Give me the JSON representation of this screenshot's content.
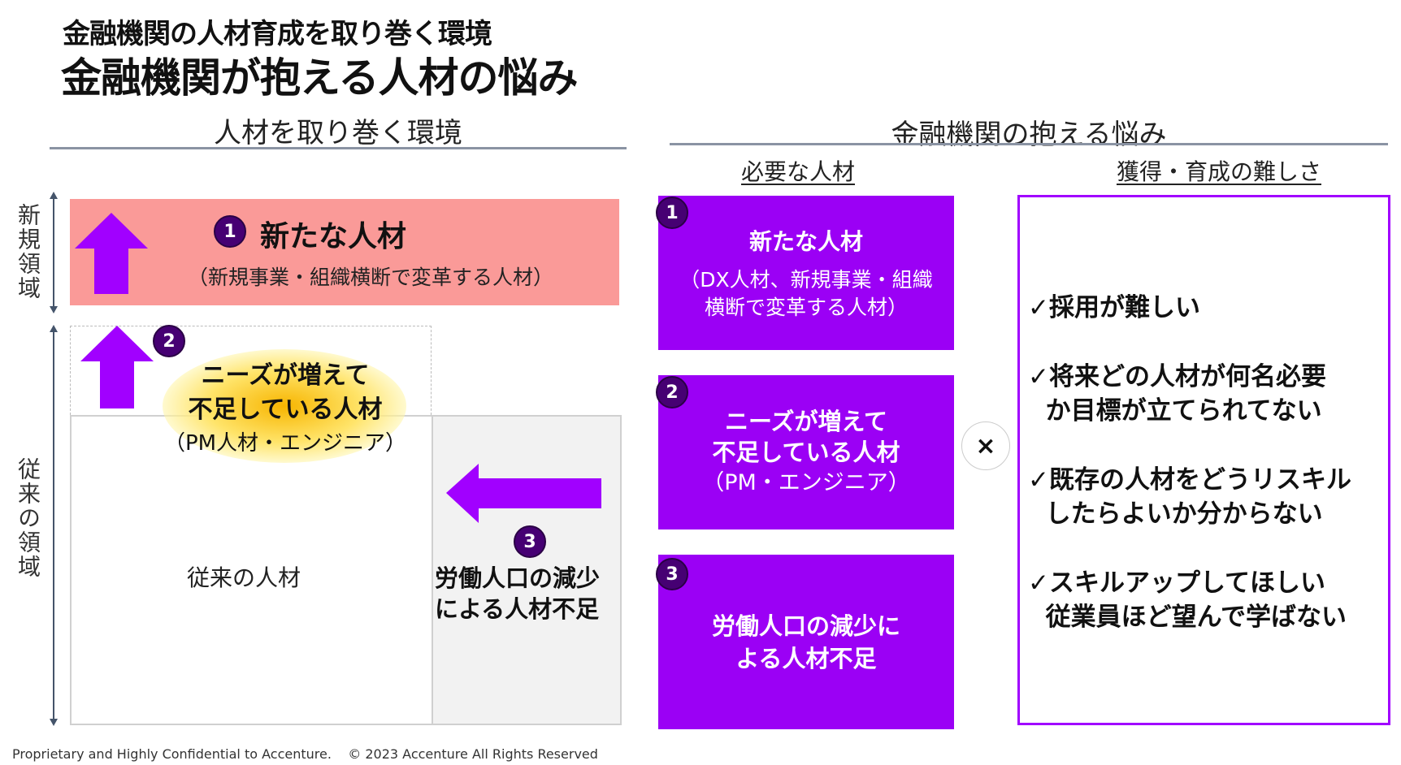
{
  "header": {
    "subtitle": "金融機関の人材育成を取り巻く環境",
    "title": "金融機関が抱える人材の悩み"
  },
  "left": {
    "heading": "人材を取り巻く環境",
    "axis_new": "新規領域",
    "axis_old": "従来の領域",
    "item1": {
      "num": "1",
      "title": "新たな人材",
      "desc": "（新規事業・組織横断で変革する人材）"
    },
    "item2": {
      "num": "2",
      "line1": "ニーズが増えて",
      "line2": "不足している人材",
      "desc": "（PM人材・エンジニア）"
    },
    "traditional": "従来の人材",
    "item3": {
      "num": "3",
      "line1": "労働人口の減少",
      "line2": "による人材不足"
    }
  },
  "right": {
    "heading": "金融機関の抱える悩み",
    "needed_heading": "必要な人材",
    "difficulty_heading": "獲得・育成の難しさ",
    "boxes": [
      {
        "num": "1",
        "title": "新たな人材",
        "desc1": "（DX人材、新規事業・組織",
        "desc2": "横断で変革する人材）"
      },
      {
        "num": "2",
        "line1": "ニーズが増えて",
        "line2": "不足している人材",
        "desc": "（PM・エンジニア）"
      },
      {
        "num": "3",
        "line1": "労働人口の減少に",
        "line2": "よる人材不足"
      }
    ],
    "times": "×",
    "checks": [
      "✓採用が難しい",
      "✓将来どの人材が何名必要\n  か目標が立てられてない",
      "✓既存の人材をどうリスキル\n  したらよいか分からない",
      "✓スキルアップしてほしい\n  従業員ほど望んで学ばない"
    ]
  },
  "footer": "Proprietary and Highly Confidential to Accenture.    © 2023 Accenture All Rights Reserved",
  "colors": {
    "purple": "#9b00f5",
    "dark_purple": "#460073",
    "pink": "#fa9a98",
    "gray": "#f2f2f2"
  }
}
